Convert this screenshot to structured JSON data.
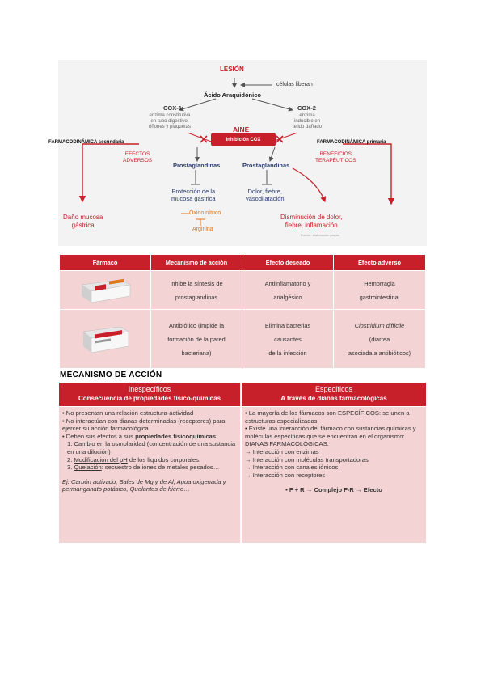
{
  "diagram": {
    "lesion": "LESIÓN",
    "celulas": "células liberan",
    "acido": "Ácido Araquidónico",
    "cox1_title": "COX-1",
    "cox1_desc": [
      "enzima constitutiva",
      "en tubo digestivo,",
      "riñones y plaquetas"
    ],
    "cox2_title": "COX-2",
    "cox2_desc": [
      "enzima",
      "inducible en",
      "tejido dañado"
    ],
    "aine": "AINE",
    "inhibicion": "Inhibición COX",
    "farm_sec": "FARMACODINÁMICA secundaria",
    "farm_prim": "FARMACODINÁMICA primaria",
    "efectos": [
      "EFECTOS",
      "ADVERSOS"
    ],
    "beneficios": [
      "BENEFICIOS",
      "TERAPÉUTICOS"
    ],
    "prosta_left": "Prostaglandinas",
    "prosta_right": "Prostaglandinas",
    "proteccion": [
      "Protección de la",
      "mucosa gástrica"
    ],
    "dolor": [
      "Dolor, fiebre,",
      "vasodilatación"
    ],
    "oxido": "Óxido nítrico",
    "arginina": "Arginina",
    "dano": [
      "Daño mucosa",
      "gástrica"
    ],
    "disminucion": [
      "Disminución de dolor,",
      "fiebre, inflamación"
    ],
    "fuente": "Fuente: elaboración propia"
  },
  "table1": {
    "headers": [
      "Fármaco",
      "Mecanismo de acción",
      "Efecto deseado",
      "Efecto adverso"
    ],
    "rows": [
      {
        "mecanismo": [
          "Inhibe la síntesis de",
          "prostaglandinas"
        ],
        "deseado": [
          "Antiinflamatorio y",
          "analgésico"
        ],
        "adverso": [
          "Hemorragia",
          "gastrointestinal"
        ]
      },
      {
        "mecanismo": [
          "Antibiótico (impide la",
          "formación de la pared",
          "bacteriana)"
        ],
        "deseado": [
          "Elimina bacterias",
          "causantes",
          "de la infección"
        ],
        "adverso_italic": "Clostridium difficile",
        "adverso": [
          "(diarrea",
          "asociada a antibióticos)"
        ]
      }
    ]
  },
  "heading": "MECANISMO DE ACCIÓN",
  "table2": {
    "left": {
      "title": "Inespecíficos",
      "subtitle": "Consecuencia de propiedades físico-químicas",
      "bullets": [
        "No presentan una relación estructura-actividad",
        "No interactúan con dianas determinadas (receptores) para ejercer su acción farmacológica",
        "Deben sus efectos a sus"
      ],
      "bold_part": "propiedades fisicoquímicas:",
      "items": [
        {
          "n": "1.",
          "u": "Cambio en la osmolaridad",
          "t": " (concentración de una sustancia en una dilución)"
        },
        {
          "n": "2.",
          "u": "Modificación del pH",
          "t": " de los líquidos corporales."
        },
        {
          "n": "3.",
          "u": "Quelación",
          "t": ": secuestro de iones de metales pesados…"
        }
      ],
      "example": "Ej. Carbón activado, Sales de Mg y de Al, Agua oxigenada y permanganato potásico, Quelantes de hierro…"
    },
    "right": {
      "title": "Específicos",
      "subtitle": "A través de dianas farmacológicas",
      "bullets": [
        "La mayoría de los fármacos son ESPECÍFICOS: se unen a estructuras especializadas.",
        "Existe una interacción del fármaco con sustancias químicas y moléculas específicas que se encuentran en el organismo: DIANAS FARMACOLÓGICAS."
      ],
      "arrows": [
        "Interacción con enzimas",
        "Interacción con moléculas transportadoras",
        "Interacción con canales iónicos",
        "Interacción con receptores"
      ],
      "formula": "• F + R → Complejo F-R → Efecto"
    }
  },
  "colors": {
    "accent": "#c8202a",
    "pink": "#f3d3d3",
    "orange": "#e0761c"
  }
}
